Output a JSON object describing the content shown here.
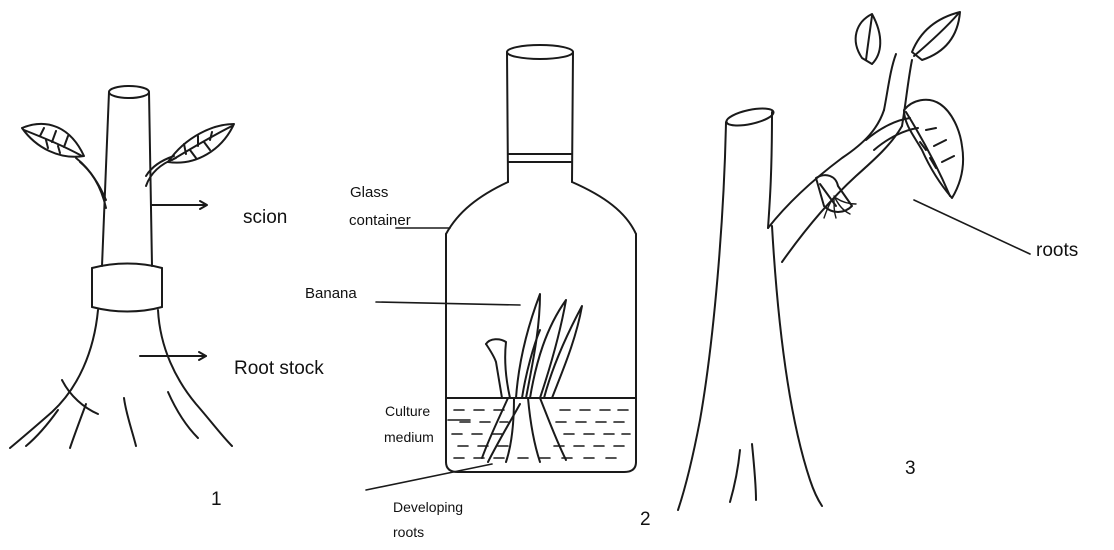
{
  "figure1": {
    "labels": {
      "scion": "scion",
      "root_stock": "Root stock"
    },
    "number": "1"
  },
  "figure2": {
    "labels": {
      "glass_line1": "Glass",
      "glass_line2": "container",
      "banana": "Banana",
      "culture_line1": "Culture",
      "culture_line2": "medium",
      "developing_line1": "Developing",
      "developing_line2": "roots"
    },
    "number": "2"
  },
  "figure3": {
    "labels": {
      "roots": "roots"
    },
    "number": "3"
  },
  "colors": {
    "ink": "#1a1a1a",
    "background": "#ffffff"
  }
}
